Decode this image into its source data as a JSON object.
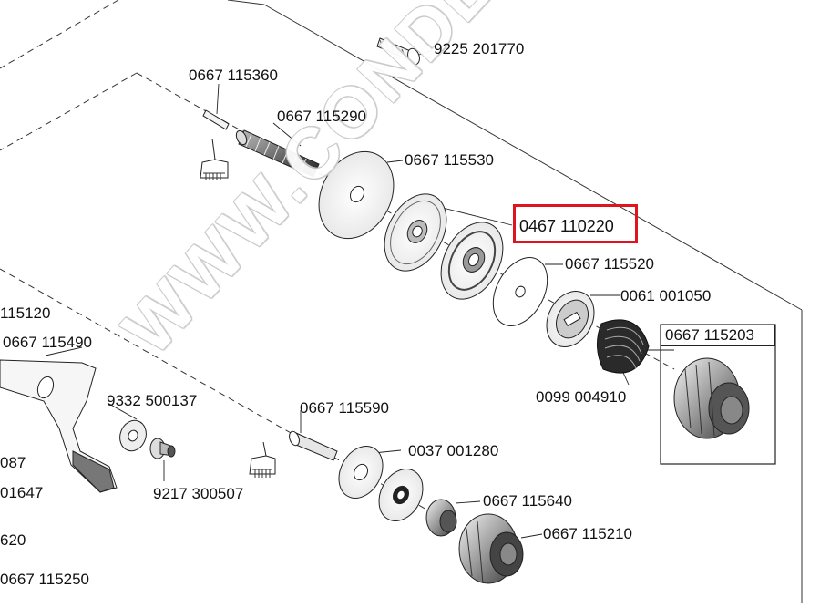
{
  "diagram": {
    "highlight_color": "#e0141e",
    "watermark": "WWW.CONDEC.PL",
    "parts": [
      {
        "label": "9225 201770"
      },
      {
        "label": "0667 115360"
      },
      {
        "label": "0667 115290"
      },
      {
        "label": "0667 115530"
      },
      {
        "label": "0467 110220",
        "highlighted": true
      },
      {
        "label": "0667 115520"
      },
      {
        "label": "0061 001050"
      },
      {
        "label": "0667 115203",
        "boxed": true
      },
      {
        "label": "0099 004910"
      },
      {
        "label": "115120"
      },
      {
        "label": "0667 115490"
      },
      {
        "label": "9332 500137"
      },
      {
        "label": "0667 115590"
      },
      {
        "label": "0037 001280"
      },
      {
        "label": "087"
      },
      {
        "label": "01647"
      },
      {
        "label": "9217 300507"
      },
      {
        "label": "0667 115640"
      },
      {
        "label": "0667 115210"
      },
      {
        "label": "620"
      },
      {
        "label": "0667 115250"
      }
    ]
  }
}
